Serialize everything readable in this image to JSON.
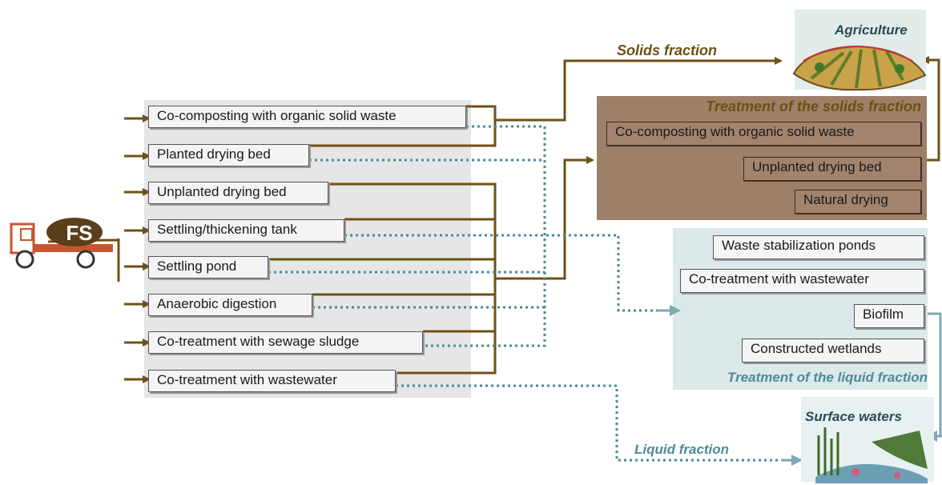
{
  "truck": {
    "badge": "FS"
  },
  "options": [
    "Co-composting with organic solid waste",
    "Planted drying bed",
    "Unplanted drying bed",
    "Settling/thickening tank",
    "Settling pond",
    "Anaerobic digestion",
    "Co-treatment with sewage sludge",
    "Co-treatment with wastewater"
  ],
  "solids": {
    "title": "Treatment of the solids fraction",
    "items": [
      "Co-composting with organic solid waste",
      "Unplanted drying bed",
      "Natural drying"
    ]
  },
  "liquid": {
    "title": "Treatment of the liquid fraction",
    "items": [
      "Waste stabilization ponds",
      "Co-treatment with wastewater",
      "Biofilm",
      "Constructed wetlands"
    ]
  },
  "flows": {
    "solids_label": "Solids fraction",
    "liquid_label": "Liquid fraction"
  },
  "destinations": {
    "agriculture": "Agriculture",
    "surface_waters": "Surface waters"
  },
  "colors": {
    "brown": "#6e5116",
    "teal": "#4d8a98",
    "solids_panel": "#9e7f68",
    "liquid_panel": "#dbe9ea"
  }
}
